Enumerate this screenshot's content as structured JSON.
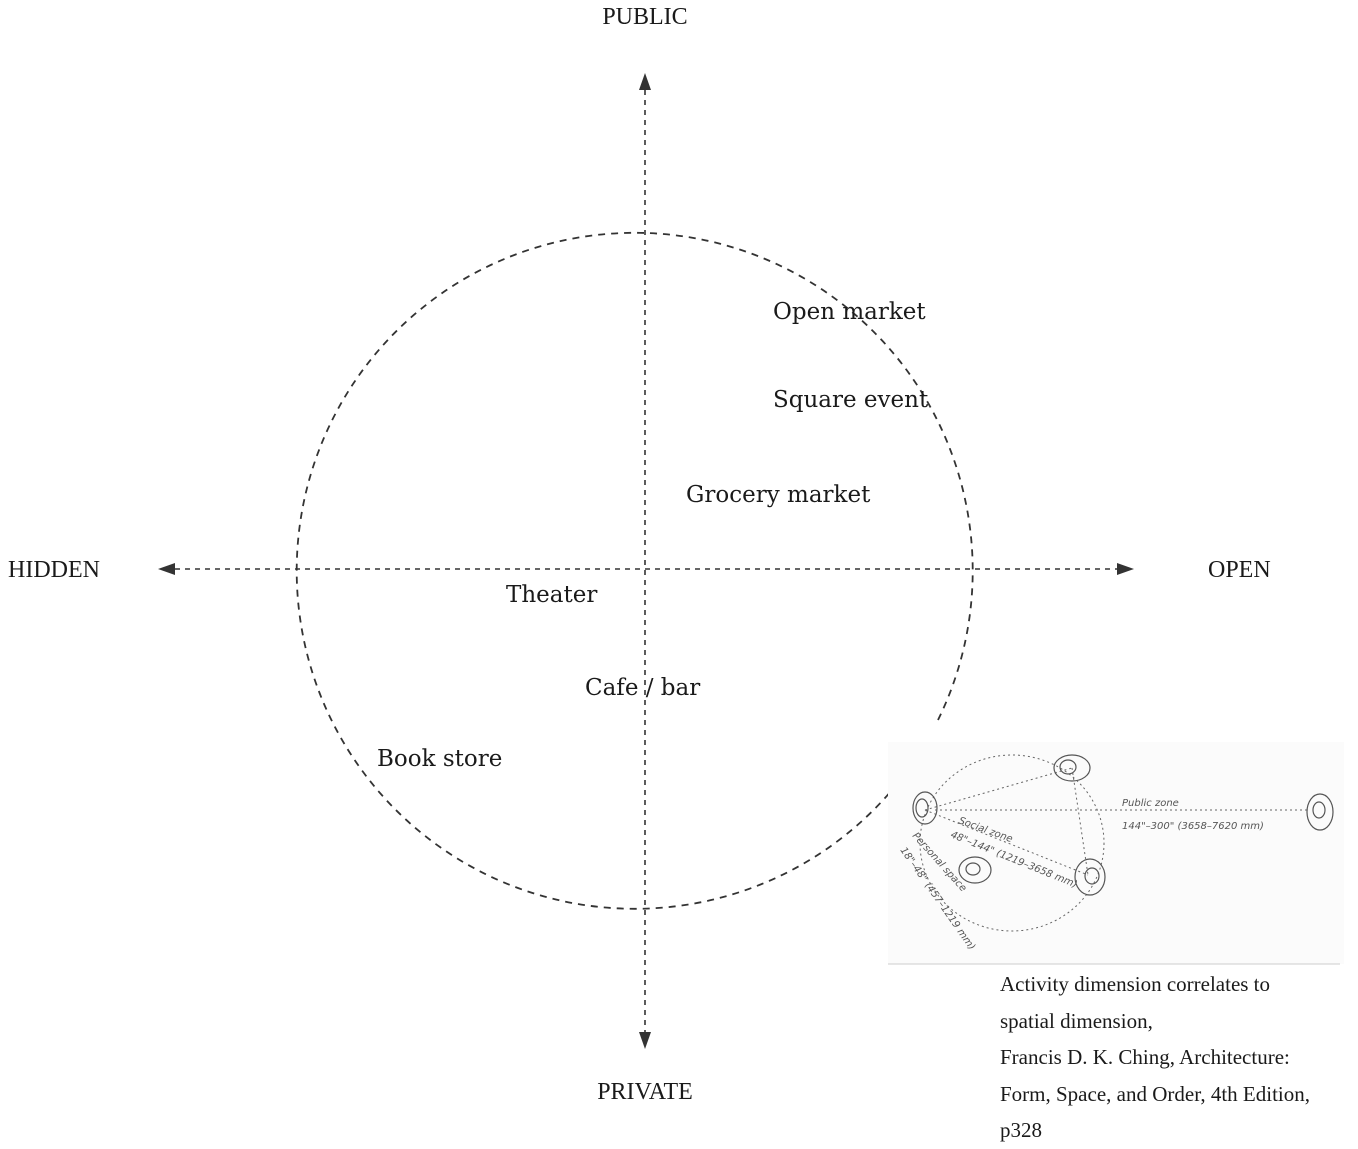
{
  "axes": {
    "top": "PUBLIC",
    "bottom": "PRIVATE",
    "left": "HIDDEN",
    "right": "OPEN"
  },
  "activities": [
    {
      "label": "Open market"
    },
    {
      "label": "Square event"
    },
    {
      "label": "Grocery market"
    },
    {
      "label": "Theater"
    },
    {
      "label": "Cafe / bar"
    },
    {
      "label": "Book store"
    }
  ],
  "sketch": {
    "public_zone": "Public zone",
    "public_zone_range": "144\"–300\" (3658–7620 mm)",
    "social_zone": "Social zone",
    "social_zone_range": "48\"–144\" (1219–3658 mm)",
    "personal_space": "Personal space",
    "personal_space_range": "18\"–48\" (457–1219 mm)"
  },
  "caption": {
    "line1": "Activity dimension correlates to",
    "line2": "spatial dimension,",
    "line3": "Francis D. K. Ching, Architecture:",
    "line4": "Form, Space, and Order, 4th Edition,",
    "line5": "p328"
  }
}
